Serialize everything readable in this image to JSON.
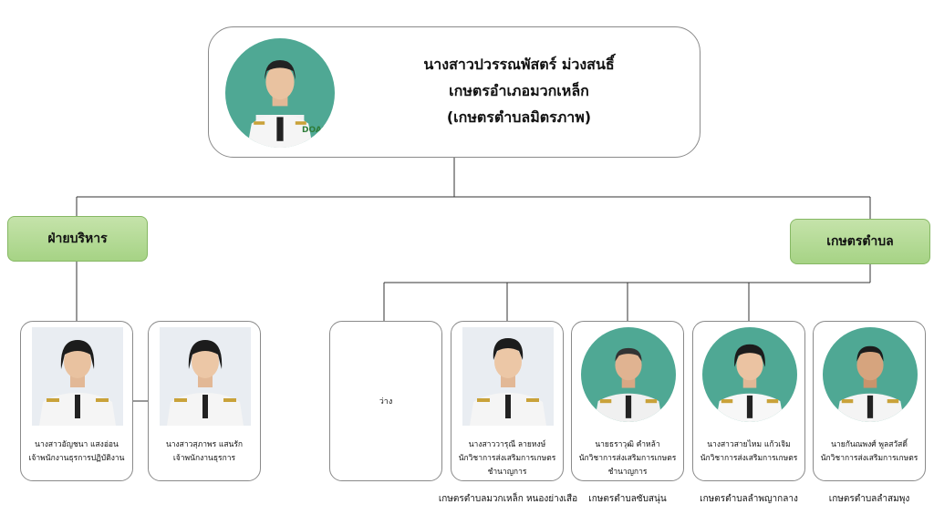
{
  "head": {
    "name": "นางสาวปวรรณพัสตร์ ม่วงสนธิ์",
    "position": "เกษตรอำเภอมวกเหล็ก",
    "role": "(เกษตรตำบลมิตรภาพ)",
    "logo": "DOAE"
  },
  "groups": {
    "admin": "ฝ่ายบริหาร",
    "tambon": "เกษตรตำบล"
  },
  "admin_staff": [
    {
      "name": "นางสาวอัญชนา แสงอ่อน",
      "position": "เจ้าพนักงานธุรการปฏิบัติงาน"
    },
    {
      "name": "นางสาวสุภาพร แสนรัก",
      "position": "เจ้าพนักงานธุรการ"
    }
  ],
  "tambon_staff": [
    {
      "vacant": "ว่าง"
    },
    {
      "name": "นางสาววารุณี ลายหงษ์",
      "position": "นักวิชาการส่งเสริมการเกษตร",
      "level": "ชำนาญการ",
      "area": "เกษตรตำบลมวกเหล็ก หนองย่างเสือ"
    },
    {
      "name": "นายธราวุฒิ คำหล้า",
      "position": "นักวิชาการส่งเสริมการเกษตร",
      "level": "ชำนาญการ",
      "area": "เกษตรตำบลซับสนุ่น"
    },
    {
      "name": "นางสาวสายไหม แก้วเจิม",
      "position": "นักวิชาการส่งเสริมการเกษตร",
      "area": "เกษตรตำบลลำพญากลาง"
    },
    {
      "name": "นายกันณพงศ์ พูลสวัสดิ์",
      "position": "นักวิชาการส่งเสริมการเกษตร",
      "area": "เกษตรตำบลลำสมพุง"
    }
  ],
  "colors": {
    "group_fill": "#b5dc96",
    "photo_circle": "#4fa894",
    "line": "#333333"
  }
}
